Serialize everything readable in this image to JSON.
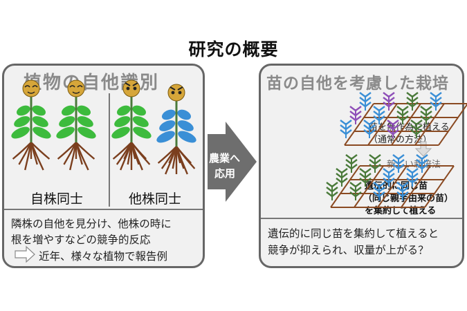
{
  "title": "研究の概要",
  "left": {
    "heading": "植物の自他識別",
    "label_self": "自株同士",
    "label_other": "他株同士",
    "desc_line1": "隣株の自他を見分け、他株の時に",
    "desc_line2": "根を増やすなどの競争的反応",
    "desc_line3": "近年、様々な植物で報告例"
  },
  "arrow": {
    "line1": "農業へ",
    "line2": "応用"
  },
  "right": {
    "heading": "苗の自他を考慮した栽培",
    "random_line1": "苗を無作為に植える",
    "random_line2": "（通常の方法）",
    "new_method": "新しい栽培法",
    "group_line1": "遺伝的に同じ苗",
    "group_line2": "（同じ親芋由来の苗）",
    "group_line3": "を集約して植える",
    "desc_line1": "遺伝的に同じ苗を集約して植えると",
    "desc_line2": "競争が抑えられ、収量が上がる？"
  },
  "colors": {
    "panel_border": "#666666",
    "panel_fill": "#f1f1f1",
    "arrow": "#6e6e6e",
    "leaf_green": "#3dbb3d",
    "leaf_blue": "#3a8fd6",
    "leaf_purple": "#8e4fb8",
    "leaf_darkgreen": "#4a7a3a",
    "root": "#7b3f1e",
    "grid": "#8a4a22",
    "face": "#d6a63a"
  }
}
